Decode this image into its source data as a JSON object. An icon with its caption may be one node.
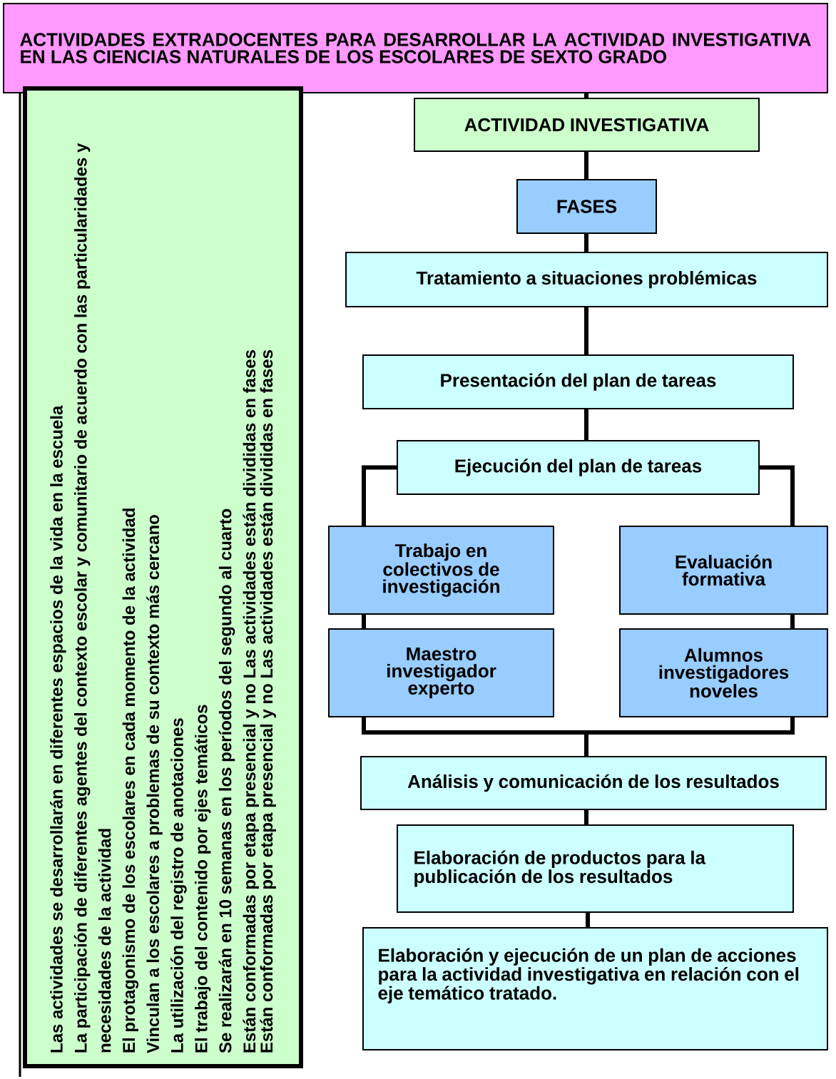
{
  "diagram": {
    "nodes": [
      {
        "text": [
          "ACTIVIDADES EXTRADOCENTES PARA DESARROLLAR LA ACTIVIDAD INVESTIGATIVA EN LAS CIENCIAS NATURALES DE LOS ESCOLARES DE SEXTO GRADO"
        ]
      },
      {
        "text": [
          "Las actividades se desarrollarán en diferentes espacios de la vida en la escuela",
          "La participación de diferentes agentes del contexto escolar y comunitario de acuerdo con las particularidades y necesidades de la actividad",
          "El protagonismo de los escolares en cada momento de la actividad",
          "Vinculan a los escolares a problemas de su contexto más cercano",
          "La utilización del registro de anotaciones",
          "El trabajo del contenido por ejes temáticos",
          "Se realizarán en 10 semanas en los períodos del segundo al cuarto",
          "Están conformadas por etapa presencial y no Las actividades están divididas en fases",
          "Están conformadas por etapa presencial y no Las actividades están divididas en fases"
        ]
      },
      {
        "text": [
          "ACTIVIDAD INVESTIGATIVA"
        ]
      },
      {
        "text": [
          "FASES"
        ]
      },
      {
        "text": [
          "Tratamiento a situaciones problémicas"
        ]
      },
      {
        "text": [
          "Presentación del plan de tareas"
        ]
      },
      {
        "text": [
          "Ejecución del plan de tareas"
        ]
      },
      {
        "text": [
          "Trabajo en colectivos de investigación"
        ]
      },
      {
        "text": [
          "Maestro investigador experto"
        ]
      },
      {
        "text": [
          "Evaluación formativa"
        ]
      },
      {
        "text": [
          "Alumnos investigadores noveles"
        ]
      },
      {
        "text": [
          "Análisis y comunicación de los resultados"
        ]
      },
      {
        "text": [
          "Elaboración de productos para la publicación de los resultados"
        ]
      },
      {
        "text": [
          "Elaboración y ejecución de un plan de acciones para la actividad investigativa en relación con el eje temático tratado."
        ]
      }
    ],
    "edges": [
      {
        "from": 0,
        "to": 2,
        "arrow": "none"
      },
      {
        "from": 2,
        "to": 3,
        "arrow": "none"
      },
      {
        "from": 3,
        "to": 4,
        "arrow": "none"
      },
      {
        "from": 4,
        "to": 5,
        "arrow": "none"
      },
      {
        "from": 5,
        "to": 6,
        "arrow": "none"
      },
      {
        "from": 6,
        "to": 7,
        "arrow": "none"
      },
      {
        "from": 7,
        "to": 8,
        "arrow": "none"
      },
      {
        "from": 6,
        "to": 9,
        "arrow": "none"
      },
      {
        "from": 9,
        "to": 10,
        "arrow": "none"
      },
      {
        "from": 8,
        "to": 11,
        "arrow": "none"
      },
      {
        "from": 10,
        "to": 11,
        "arrow": "none"
      },
      {
        "from": 11,
        "to": 12,
        "arrow": "none"
      },
      {
        "from": 12,
        "to": 13,
        "arrow": "none"
      }
    ]
  }
}
